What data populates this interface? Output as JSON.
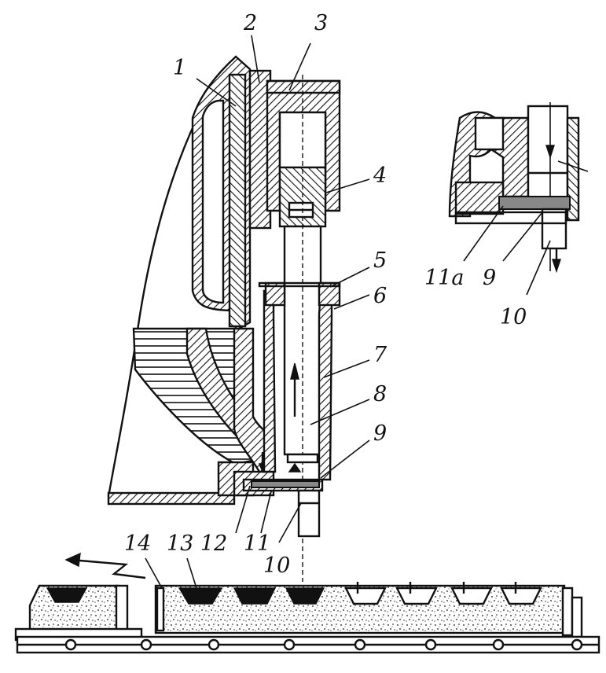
{
  "callouts": [
    {
      "id": "1",
      "label": "1"
    },
    {
      "id": "2",
      "label": "2"
    },
    {
      "id": "3",
      "label": "3"
    },
    {
      "id": "4",
      "label": "4"
    },
    {
      "id": "5",
      "label": "5"
    },
    {
      "id": "6",
      "label": "6"
    },
    {
      "id": "7",
      "label": "7"
    },
    {
      "id": "8",
      "label": "8"
    },
    {
      "id": "9",
      "label": "9"
    },
    {
      "id": "10",
      "label": "10"
    },
    {
      "id": "11",
      "label": "11"
    },
    {
      "id": "12",
      "label": "12"
    },
    {
      "id": "13",
      "label": "13"
    },
    {
      "id": "14",
      "label": "14"
    },
    {
      "id": "11a",
      "label": "11a"
    },
    {
      "id": "9b",
      "label": "9"
    },
    {
      "id": "10b",
      "label": "10"
    }
  ]
}
